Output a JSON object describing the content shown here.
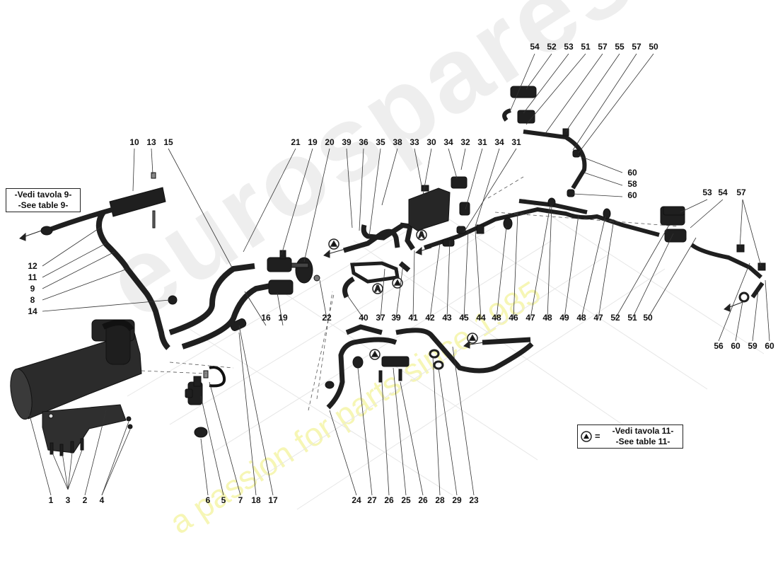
{
  "watermark": {
    "brand": "eurospares",
    "tagline": "a passion for parts since 1985"
  },
  "references": {
    "table9_line1": "-Vedi tavola 9-",
    "table9_line2": "-See table 9-",
    "table11_symbol": "A",
    "table11_equals": "=",
    "table11_line1": "-Vedi tavola 11-",
    "table11_line2": "-See table 11-"
  },
  "callouts": {
    "top_right_row": [
      "54",
      "52",
      "53",
      "51",
      "57",
      "55",
      "57",
      "50"
    ],
    "upper_center_row": [
      "21",
      "19",
      "20",
      "39",
      "36",
      "35",
      "38",
      "33",
      "30",
      "34",
      "32",
      "31",
      "34",
      "31"
    ],
    "upper_left_row": [
      "10",
      "13",
      "15"
    ],
    "right_stack": [
      "60",
      "58",
      "60"
    ],
    "right_cluster": [
      "53",
      "54",
      "57"
    ],
    "left_stack": [
      "12",
      "11",
      "9",
      "8",
      "14"
    ],
    "middle_row": [
      "16",
      "19",
      "22",
      "40",
      "37",
      "39",
      "41",
      "42",
      "43",
      "45",
      "44",
      "48",
      "46",
      "47",
      "48",
      "49",
      "48",
      "47",
      "52",
      "51",
      "50"
    ],
    "right_bottom_row": [
      "56",
      "60",
      "59",
      "60"
    ],
    "bottom_row": [
      "1",
      "3",
      "2",
      "4",
      "6",
      "5",
      "7",
      "18",
      "17",
      "24",
      "27",
      "26",
      "25",
      "26",
      "28",
      "29",
      "23"
    ]
  },
  "colors": {
    "part": "#1f1f1f",
    "leader": "#333333",
    "hose": "#2a2a2a"
  }
}
